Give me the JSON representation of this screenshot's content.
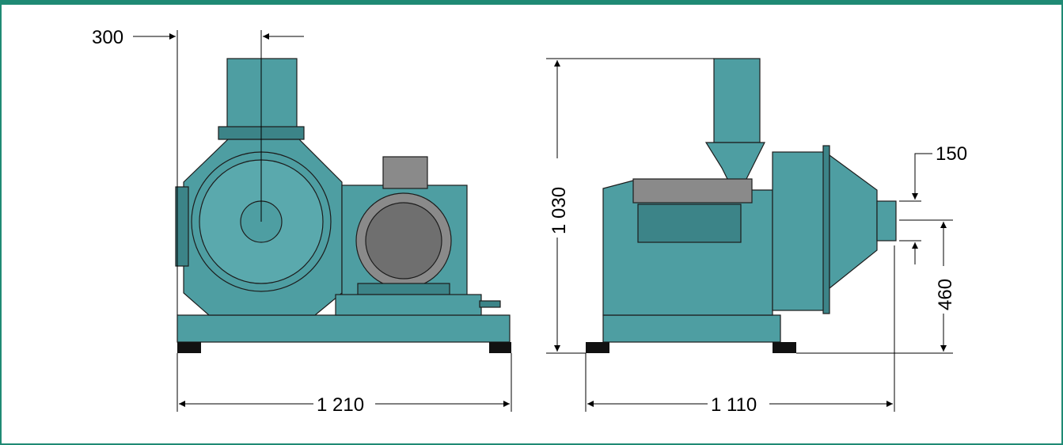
{
  "colors": {
    "frame": "#1f8a74",
    "machine_teal": "#4e9ea2",
    "machine_teal_dark": "#3c8488",
    "motor_grey": "#8a8a8a",
    "feet_black": "#111111"
  },
  "dimensions": {
    "front_top_offset": "300",
    "front_width": "1 210",
    "side_height": "1 030",
    "side_width": "1 110",
    "outlet_size": "150",
    "outlet_height": "460"
  },
  "icons": {
    "front_view": "mill-front-view-drawing",
    "side_view": "mill-side-view-drawing"
  }
}
